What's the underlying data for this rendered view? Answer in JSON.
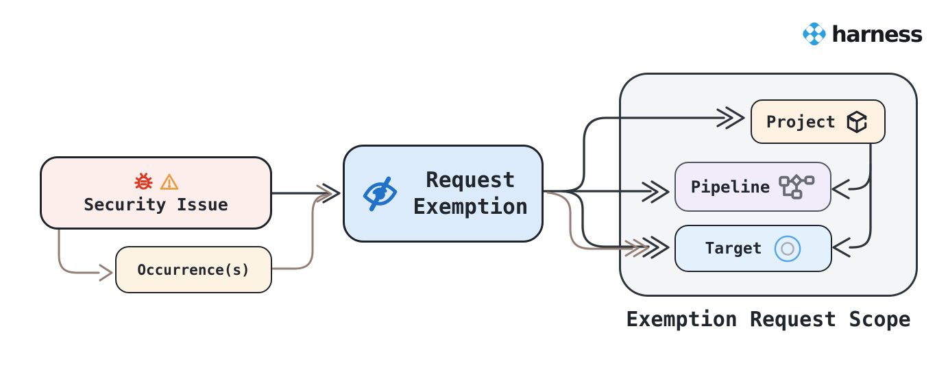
{
  "brand": {
    "wordmark": "harness"
  },
  "nodes": {
    "security_issue": {
      "label": "Security Issue"
    },
    "occurrences": {
      "label": "Occurrence(s)"
    },
    "request_exemption": {
      "label": "Request Exemption"
    },
    "project": {
      "label": "Project"
    },
    "pipeline": {
      "label": "Pipeline"
    },
    "target": {
      "label": "Target"
    }
  },
  "scope": {
    "caption": "Exemption Request Scope"
  },
  "edges": [
    {
      "from": "security_issue",
      "to": "request_exemption",
      "color": "dark"
    },
    {
      "from": "security_issue",
      "to": "occurrences",
      "color": "brown"
    },
    {
      "from": "occurrences",
      "to": "request_exemption",
      "color": "brown"
    },
    {
      "from": "request_exemption",
      "to": "project",
      "color": "dark"
    },
    {
      "from": "request_exemption",
      "to": "pipeline",
      "color": "dark"
    },
    {
      "from": "request_exemption",
      "to": "target",
      "color": "dark"
    },
    {
      "from": "occurrences",
      "to": "target",
      "color": "brown"
    },
    {
      "from": "project",
      "to": "pipeline",
      "color": "dark"
    },
    {
      "from": "project",
      "to": "target",
      "color": "dark"
    }
  ],
  "colors": {
    "ink": "#2f353c",
    "brown": "#937f75",
    "text": "#21262d",
    "security-fill": "#fceeeb",
    "occurrence-fill": "#fcf3e2",
    "request-fill": "#dcebfa",
    "project-fill": "#fdf2e1",
    "pipeline-fill": "#f0ecfa",
    "target-fill": "#e3f1fc",
    "container-fill": "#f4f5f7",
    "box-border": "#1f242c",
    "pipeline-border": "#51565f",
    "bug-red": "#d93b23",
    "warn-orange": "#e9993e",
    "eye-blue": "#2171c8",
    "harness-blue": "#2b9fe0",
    "target-outer": "#58a4ea",
    "target-inner": "#a9adb2"
  }
}
